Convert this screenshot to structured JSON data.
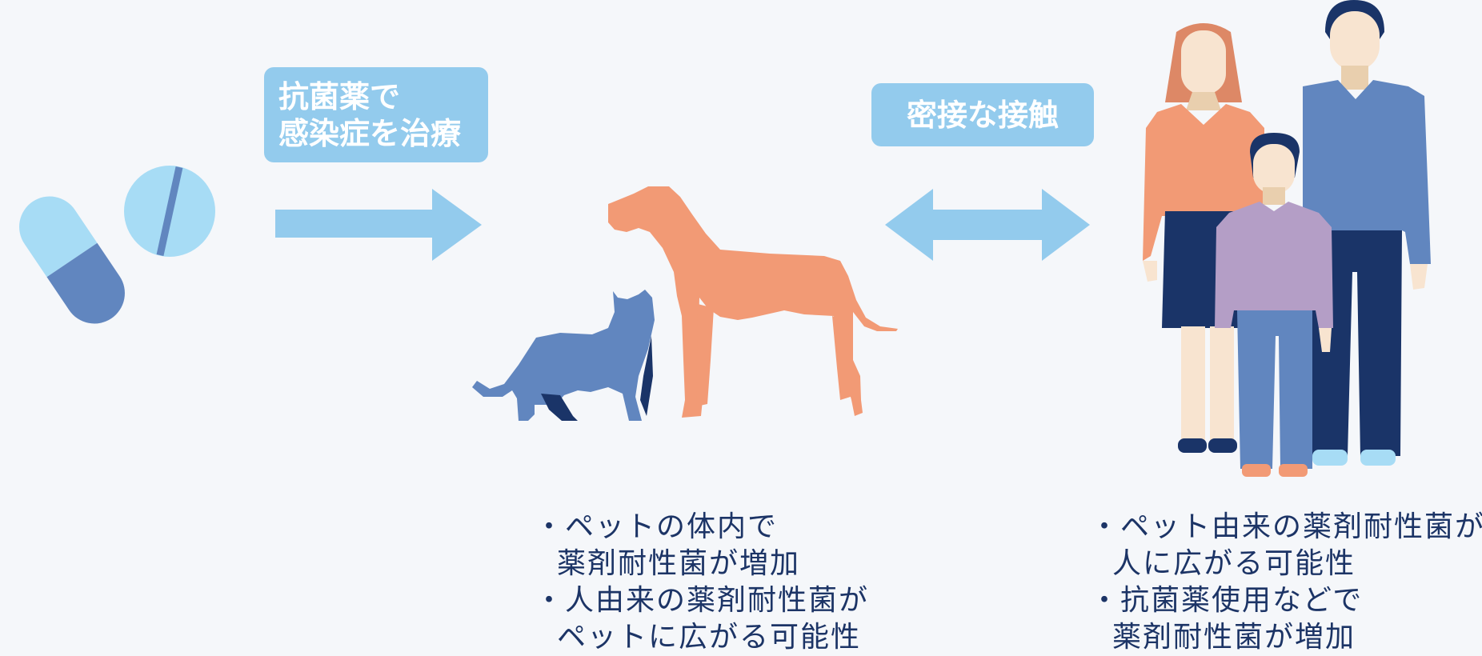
{
  "labels": {
    "treat_line1": "抗菌薬で",
    "treat_line2": "感染症を治療",
    "contact": "密接な接触"
  },
  "captions": {
    "pets": [
      {
        "bullet": "・",
        "text": "ペットの体内で"
      },
      {
        "bullet": "",
        "text": "薬剤耐性菌が増加"
      },
      {
        "bullet": "・",
        "text": "人由来の薬剤耐性菌が"
      },
      {
        "bullet": "",
        "text": "ペットに広がる可能性"
      }
    ],
    "people": [
      {
        "bullet": "・",
        "text": "ペット由来の薬剤耐性菌が"
      },
      {
        "bullet": "",
        "text": "人に広がる可能性"
      },
      {
        "bullet": "・",
        "text": "抗菌薬使用などで"
      },
      {
        "bullet": "",
        "text": "薬剤耐性菌が増加"
      }
    ]
  },
  "icons": [
    "capsule-icon",
    "tablet-icon",
    "right-arrow-icon",
    "dog-icon",
    "cat-icon",
    "double-arrow-icon",
    "woman-icon",
    "man-icon",
    "child-icon"
  ],
  "colors": {
    "background": "#f5f7fa",
    "light_blue": "#93cbed",
    "pill_light": "#a7dcf5",
    "blue": "#6186bf",
    "navy": "#1a3468",
    "orange": "#f29a75",
    "lavender": "#b49ec6",
    "skin": "#f8e4d0",
    "text": "#1c3466"
  }
}
